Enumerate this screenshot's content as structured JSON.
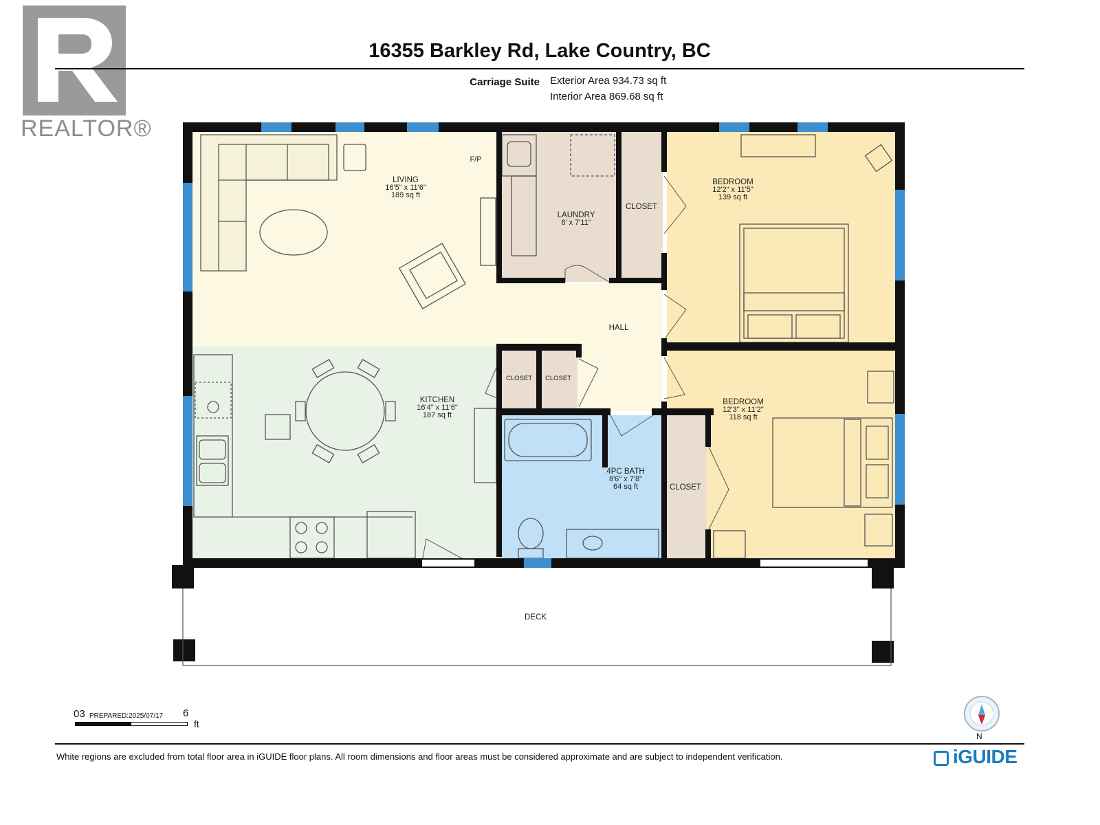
{
  "header": {
    "brand": "REALTOR®",
    "address": "16355 Barkley Rd, Lake Country, BC",
    "suite": "Carriage Suite",
    "exterior_area": "Exterior Area 934.73 sq ft",
    "interior_area": "Interior Area 869.68 sq ft"
  },
  "rooms": {
    "living": {
      "name": "LIVING",
      "dims": "16'5\" x 11'6\"",
      "area": "189 sq ft"
    },
    "fireplace": "F/P",
    "laundry": {
      "name": "LAUNDRY",
      "dims": "6' x 7'11\""
    },
    "closet_top": "CLOSET",
    "bedroom_1": {
      "name": "BEDROOM",
      "dims": "12'2\" x 11'5\"",
      "area": "139 sq ft"
    },
    "hall": "HALL",
    "kitchen": {
      "name": "KITCHEN",
      "dims": "16'4\" x 11'6\"",
      "area": "187 sq ft"
    },
    "closet_small_1": "CLOSET",
    "closet_small_2": "CLOSET",
    "bath": {
      "name": "4PC BATH",
      "dims": "8'6\" x 7'8\"",
      "area": "64 sq ft"
    },
    "closet_right": "CLOSET",
    "bedroom_2": {
      "name": "BEDROOM",
      "dims": "12'3\" x 11'2\"",
      "area": "118 sq ft"
    },
    "deck": "DECK"
  },
  "colors": {
    "living": "#fdf8e2",
    "kitchen": "#e8f2e6",
    "bedroom": "#fce9b8",
    "bath": "#bfe0f7",
    "closet": "#e9ddcf",
    "hall": "#fdf8e2",
    "window": "#3d8fcf",
    "wall": "#111111"
  },
  "scale": {
    "zero": "0",
    "three": "3",
    "prepared": "PREPARED:2025/07/17",
    "six": "6",
    "unit": "ft"
  },
  "compass": {
    "north": "N"
  },
  "footer": {
    "disclaimer": "White regions are excluded from total floor area in iGUIDE floor plans. All room dimensions and floor areas must be considered approximate and are subject to independent verification.",
    "brand": "iGUIDE"
  }
}
